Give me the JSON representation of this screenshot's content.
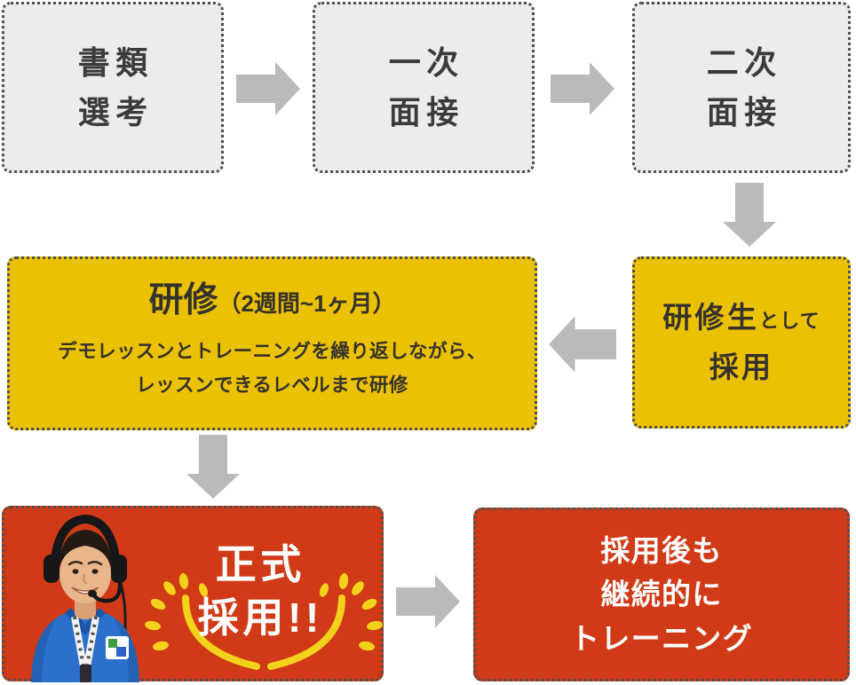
{
  "colors": {
    "page-bg": "#ffffff",
    "gray-box-bg": "#ececec",
    "yellow-box-bg": "#ebc103",
    "red-box-bg": "#d03a16",
    "box-border": "#4f4f4f",
    "arrow-gray": "#bababa",
    "dark-text": "#3b3b3b",
    "yellow-box-text": "#35322b",
    "white-text": "#ffffff",
    "laurel-yellow": "#f3d21c",
    "shirt-blue": "#2b70cc",
    "skin-tone": "#e9b68c",
    "hair-black": "#231a14"
  },
  "steps": {
    "screening": {
      "lines": [
        "書類",
        "選考"
      ]
    },
    "first_interview": {
      "lines": [
        "一次",
        "面接"
      ]
    },
    "second_interview": {
      "lines": [
        "二次",
        "面接"
      ]
    },
    "trainee_hire": {
      "big1": "研修生",
      "small": "として",
      "big2": "採用"
    },
    "training": {
      "title": "研修",
      "note": "（2週間~1ヶ月）",
      "body": [
        "デモレッスンとトレーニングを繰り返しながら、",
        "レッスンできるレベルまで研修"
      ]
    },
    "official_hire": {
      "lines": [
        "正式",
        "採用!!"
      ]
    },
    "ongoing_training": {
      "lines": [
        "採用後も",
        "継続的に",
        "トレーニング"
      ]
    }
  }
}
